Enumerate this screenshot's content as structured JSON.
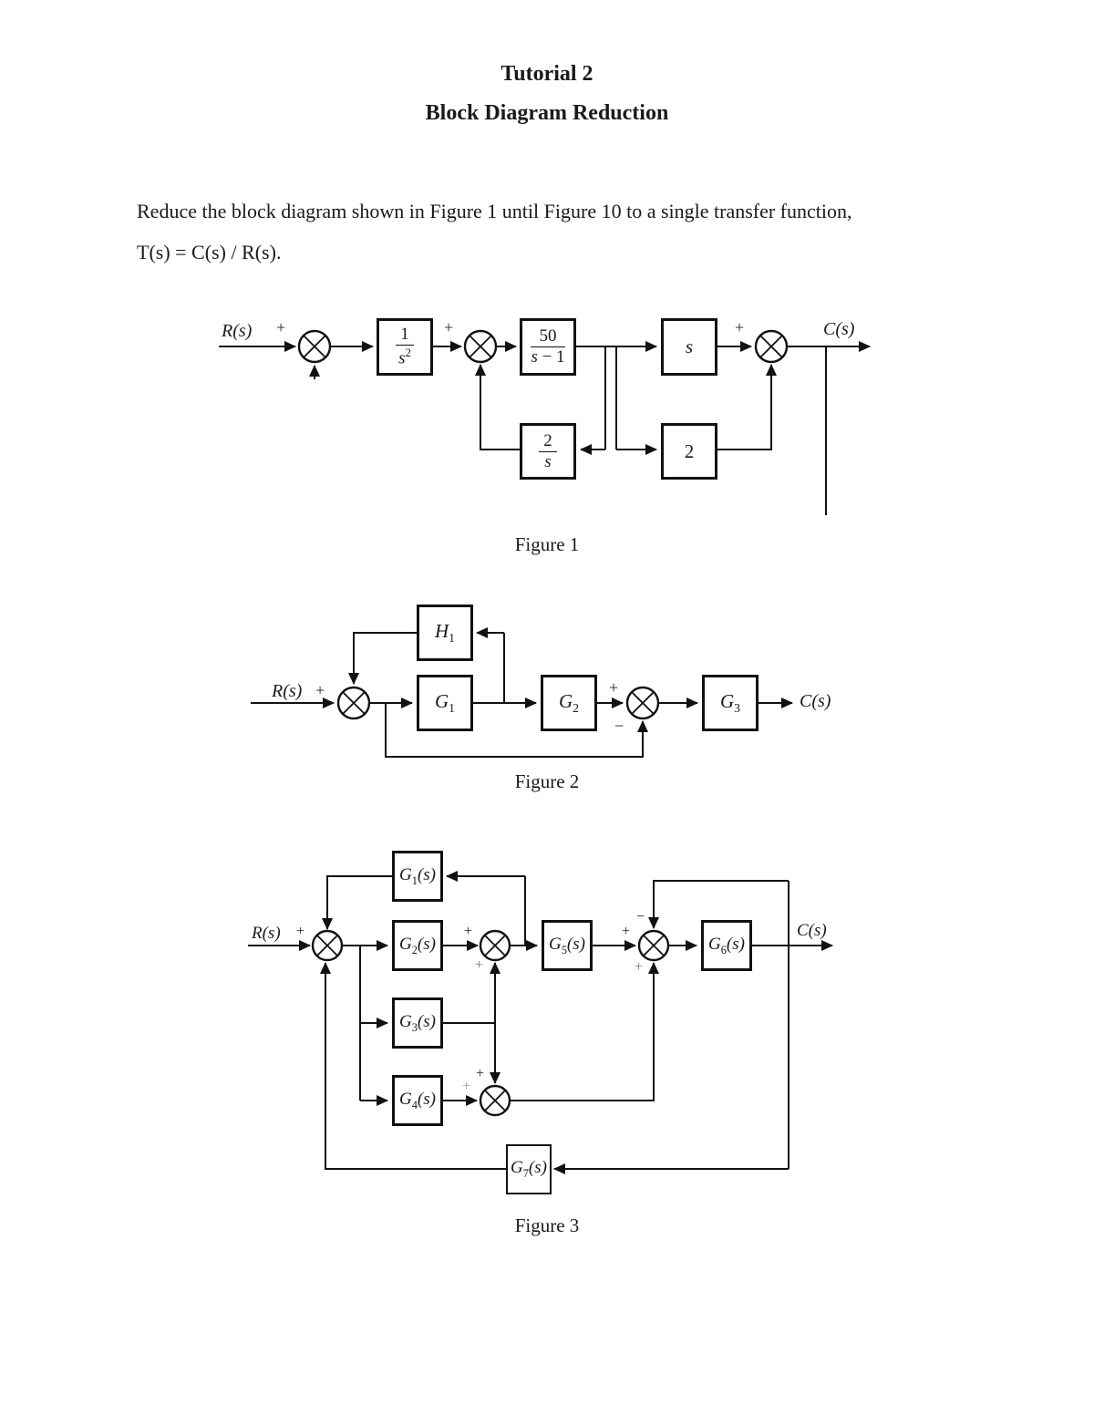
{
  "page": {
    "title_line1": "Tutorial 2",
    "title_line2": "Block Diagram Reduction",
    "body_line1": "Reduce the block diagram shown in Figure 1 until Figure 10 to a single transfer function,",
    "body_line2": "T(s) = C(s) / R(s)."
  },
  "signs": {
    "plus": "+",
    "minus": "−"
  },
  "figure1": {
    "caption": "Figure 1",
    "input_label": "R(s)",
    "output_label": "C(s)",
    "blocks": {
      "b1": {
        "num": "1",
        "den_base": "s",
        "den_sup": "2"
      },
      "b2": {
        "num": "50",
        "den_base": "s",
        "den_rest": " − 1"
      },
      "b3": {
        "label": "s"
      },
      "b4": {
        "num": "2",
        "den_base": "s"
      },
      "b5": {
        "label": "2"
      }
    }
  },
  "figure2": {
    "caption": "Figure 2",
    "input_label": "R(s)",
    "output_label": "C(s)",
    "blocks": {
      "h1": {
        "base": "H",
        "sub": "1"
      },
      "g1": {
        "base": "G",
        "sub": "1"
      },
      "g2": {
        "base": "G",
        "sub": "2"
      },
      "g3": {
        "base": "G",
        "sub": "3"
      }
    }
  },
  "figure3": {
    "caption": "Figure 3",
    "input_label": "R(s)",
    "output_label": "C(s)",
    "blocks": {
      "g1": {
        "base": "G",
        "sub": "1",
        "suffix": "(s)"
      },
      "g2": {
        "base": "G",
        "sub": "2",
        "suffix": "(s)"
      },
      "g3": {
        "base": "G",
        "sub": "3",
        "suffix": "(s)"
      },
      "g4": {
        "base": "G",
        "sub": "4",
        "suffix": "(s)"
      },
      "g5": {
        "base": "G",
        "sub": "5",
        "suffix": "(s)"
      },
      "g6": {
        "base": "G",
        "sub": "6",
        "suffix": "(s)"
      },
      "g7": {
        "base": "G",
        "sub": "7",
        "suffix": "(s)"
      }
    }
  }
}
